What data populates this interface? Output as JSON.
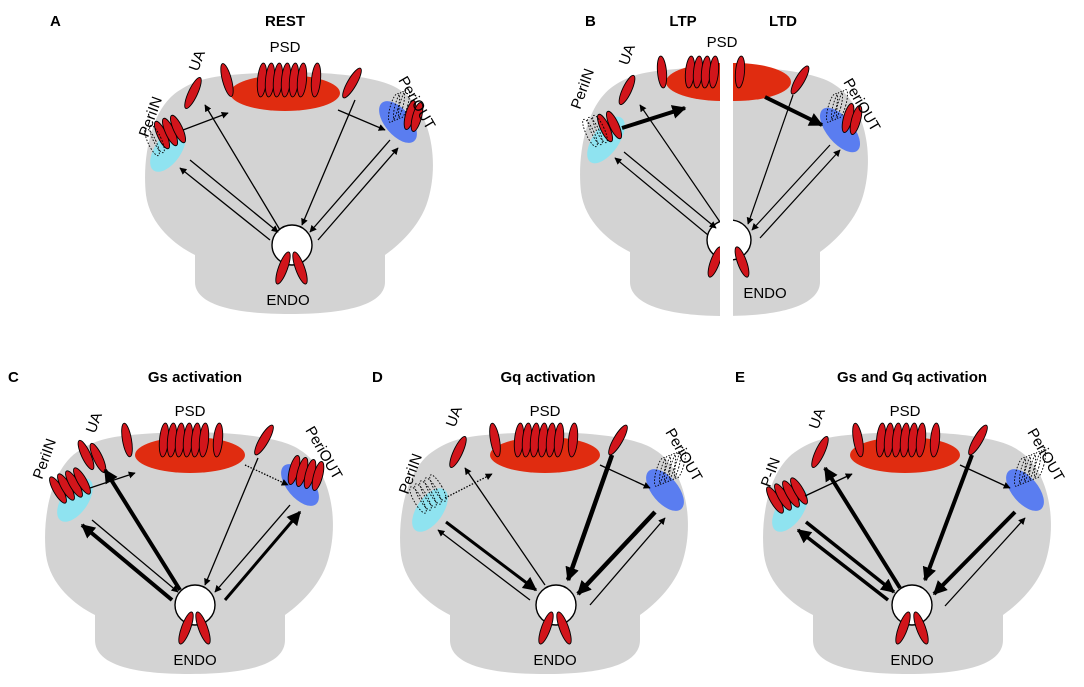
{
  "panels": {
    "a": {
      "letter": "A",
      "title": "REST",
      "labels": {
        "periin": "PeriIN",
        "ua": "UA",
        "psd": "PSD",
        "periout": "PeriOUT",
        "endo": "ENDO"
      }
    },
    "b": {
      "letter": "B",
      "title_ltp": "LTP",
      "title_ltd": "LTD",
      "labels": {
        "periin": "PeriIN",
        "ua": "UA",
        "psd": "PSD",
        "periout": "PeriOUT",
        "endo": "ENDO"
      }
    },
    "c": {
      "letter": "C",
      "title": "Gs activation",
      "labels": {
        "periin": "PeriIN",
        "ua": "UA",
        "psd": "PSD",
        "periout": "PeriOUT",
        "endo": "ENDO"
      }
    },
    "d": {
      "letter": "D",
      "title": "Gq activation",
      "labels": {
        "periin": "PeriIN",
        "ua": "UA",
        "psd": "PSD",
        "periout": "PeriOUT",
        "endo": "ENDO"
      }
    },
    "e": {
      "letter": "E",
      "title": "Gs and Gq activation",
      "labels": {
        "periin": "P-IN",
        "ua": "UA",
        "psd": "PSD",
        "periout": "PeriOUT",
        "endo": "ENDO"
      }
    }
  },
  "colors": {
    "spine": "#d3d3d3",
    "psd": "#e02c10",
    "perisynaptic_in": "#8fe3f0",
    "perisynaptic_out": "#5a7df0",
    "receptor": "#d2151b"
  }
}
